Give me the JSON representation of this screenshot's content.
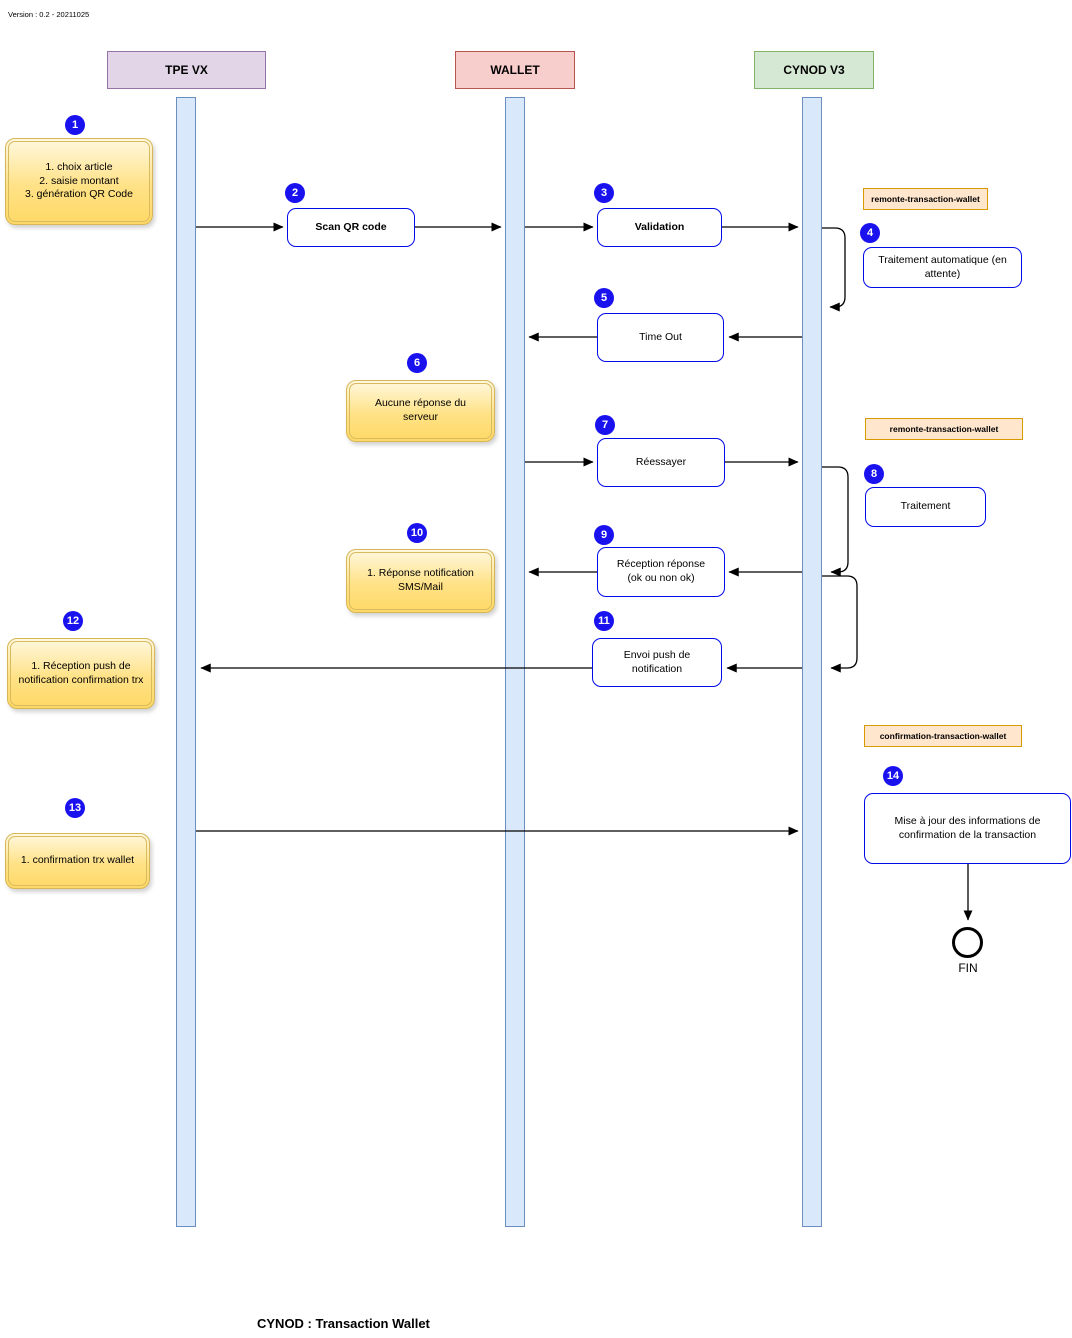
{
  "version_label": "Version : 0.2 - 20211025",
  "footer_title": "CYNOD : Transaction Wallet",
  "actors": [
    {
      "label": "TPE VX"
    },
    {
      "label": "WALLET"
    },
    {
      "label": "CYNOD V3"
    }
  ],
  "steps": [
    {
      "num": "1",
      "text": "1. choix article\n2. saisie montant\n3. génération QR Code"
    },
    {
      "num": "2",
      "text": "Scan QR code"
    },
    {
      "num": "3",
      "text": "Validation"
    },
    {
      "num": "4",
      "text": "Traitement automatique (en\nattente)"
    },
    {
      "num": "5",
      "text": "Time Out"
    },
    {
      "num": "6",
      "text": "Aucune réponse du\nserveur"
    },
    {
      "num": "7",
      "text": "Réessayer"
    },
    {
      "num": "8",
      "text": "Traitement"
    },
    {
      "num": "9",
      "text": "Réception réponse\n(ok ou non ok)"
    },
    {
      "num": "10",
      "text": "1. Réponse notification\nSMS/Mail"
    },
    {
      "num": "11",
      "text": "Envoi push de\nnotification"
    },
    {
      "num": "12",
      "text": "1. Réception push de\nnotification confirmation trx"
    },
    {
      "num": "13",
      "text": "1. confirmation trx wallet"
    },
    {
      "num": "14",
      "text": "Mise à jour des informations de\nconfirmation de la transaction"
    }
  ],
  "annotations": [
    {
      "text": "remonte-transaction-wallet"
    },
    {
      "text": "remonte-transaction-wallet"
    },
    {
      "text": "confirmation-transaction-wallet"
    }
  ],
  "terminator": {
    "label": "FIN"
  },
  "colors": {
    "actor_tpe_fill": "#E1D5E7",
    "actor_tpe_border": "#9673A6",
    "actor_wallet_fill": "#F8CECC",
    "actor_wallet_border": "#B85450",
    "actor_cynod_fill": "#D5E8D4",
    "actor_cynod_border": "#82B366",
    "lifeline_fill": "#DAE8FC",
    "lifeline_border": "#6C8EBF",
    "note_fill": "#FFD966",
    "note_border": "#D6B656",
    "action_border": "#0009E8",
    "annotation_fill": "#FFE6CC",
    "annotation_border": "#D79B00",
    "badge_fill": "#1912EF",
    "arrow_color": "#000000"
  }
}
